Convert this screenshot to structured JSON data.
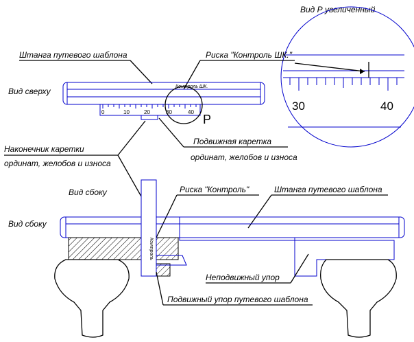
{
  "labels": {
    "view_p_magnified": "Вид Р увеличенный",
    "rod_top": "Штанга путевого шаблона",
    "mark_control_shk": "Риска \"Контроль ШК.\"",
    "view_top": "Вид сверху",
    "mark_on_rod": "Контроль ШК.",
    "callout_p": "Р",
    "carriage_line1": "Подвижная каретка",
    "carriage_line2": "ординат, желобов и износа",
    "tip_line1": "Наконечник каретки",
    "tip_line2": "ординат, желобов и износа",
    "view_side_top": "Вид сбоку",
    "mark_control": "Риска \"Контроль\"",
    "rod_side": "Штанга путевого шаблона",
    "view_side": "Вид сбоку",
    "vertical_control": "Контроль",
    "fixed_stop": "Неподвижный упор",
    "movable_stop": "Подвижный упор путевого шаблона"
  },
  "scale": {
    "ticks": [
      "0",
      "10",
      "20",
      "30",
      "40"
    ],
    "magnified_ticks": [
      "30",
      "40"
    ]
  },
  "colors": {
    "line": "#0000cc",
    "outline": "#000000"
  }
}
